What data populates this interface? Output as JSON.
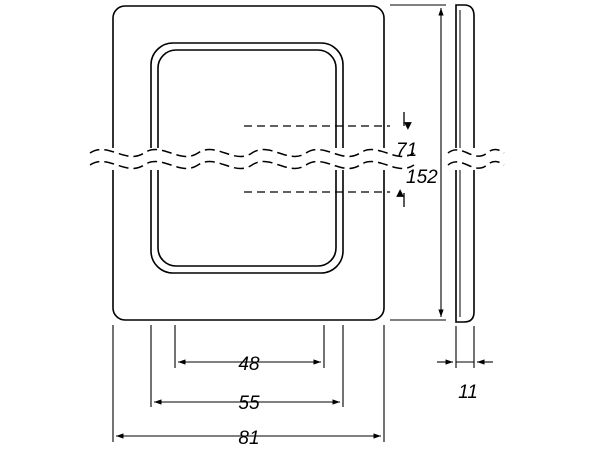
{
  "dimensions": {
    "width_inner": "48",
    "width_opening": "55",
    "width_outer": "81",
    "height_total": "152",
    "spacing": "71",
    "depth": "11"
  },
  "colors": {
    "line": "#000000",
    "background": "#ffffff"
  }
}
